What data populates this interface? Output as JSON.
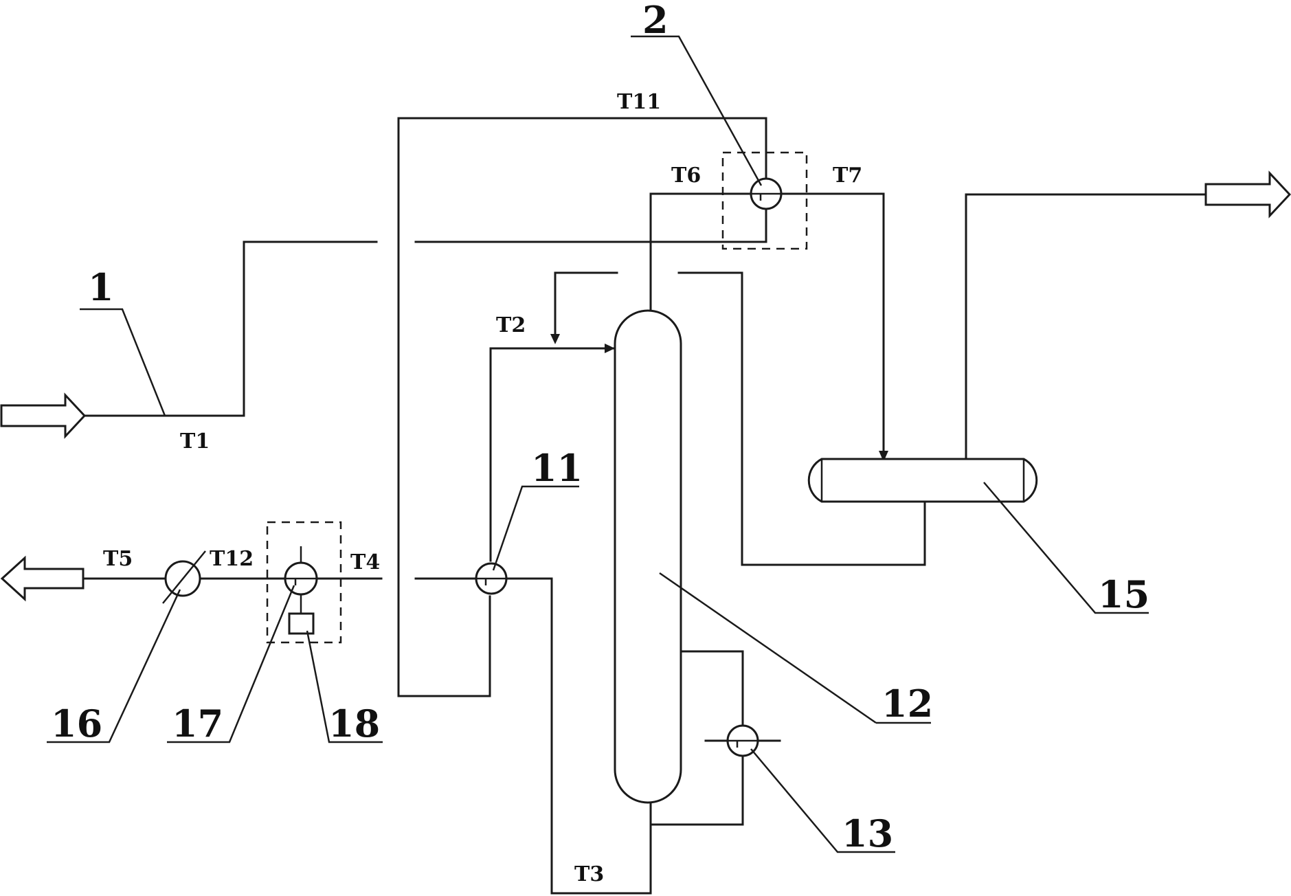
{
  "stream_labels": {
    "t1": "T1",
    "t2": "T2",
    "t3": "T3",
    "t4": "T4",
    "t5": "T5",
    "t6": "T6",
    "t7": "T7",
    "t11": "T11",
    "t12": "T12"
  },
  "reference_numerals": {
    "feed_line": "1",
    "top_heat_exchanger": "2",
    "feed_heat_exchanger": "11",
    "distillation_column": "12",
    "reboiler": "13",
    "reflux_drum": "15",
    "control_valve": "16",
    "product_heat_exchanger": "17",
    "controller": "18"
  },
  "colors": {
    "line": "#1a1a1a",
    "background": "#ffffff"
  }
}
